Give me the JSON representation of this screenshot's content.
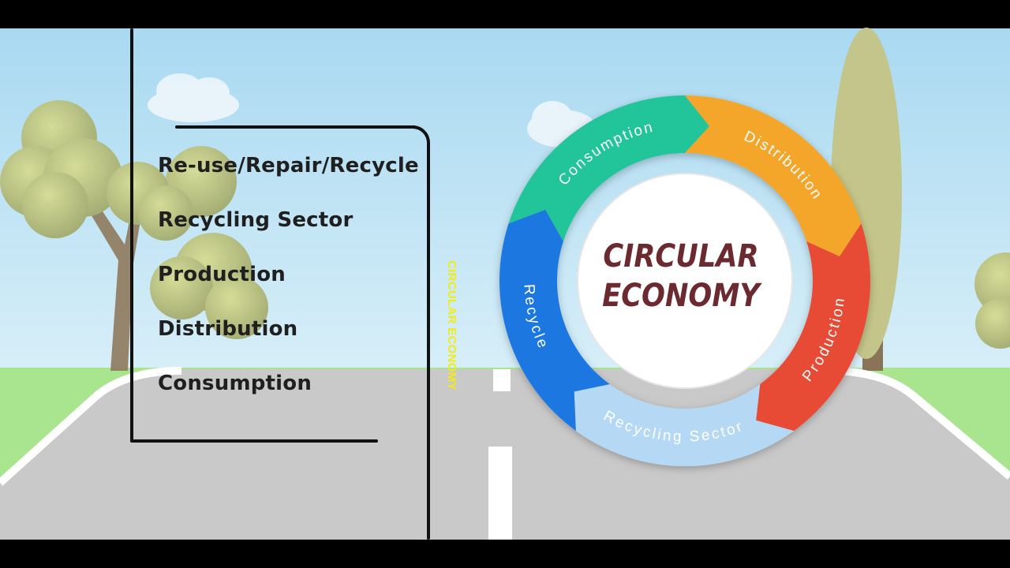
{
  "list": {
    "items": [
      "Re-use/Repair/Recycle",
      "Recycling Sector",
      "Production",
      "Distribution",
      "Consumption"
    ]
  },
  "vertical_label": "CIRCULAR ECONOMY",
  "cycle": {
    "center_line1": "CIRCULAR",
    "center_line2": "ECONOMY",
    "segments": [
      {
        "label": "Consumption",
        "color": "#22c49a"
      },
      {
        "label": "Distribution",
        "color": "#f3a62b"
      },
      {
        "label": "Production",
        "color": "#e84b36"
      },
      {
        "label": "Recycling Sector",
        "color": "#b5d9f4"
      },
      {
        "label": "Recycle",
        "color": "#1f78e0"
      }
    ]
  },
  "colors": {
    "sky": "#bfe4f6",
    "grass": "#a9e58f",
    "road": "#c9c9c9",
    "title": "#6b2a2f",
    "accent_yellow": "#f2ec14"
  }
}
